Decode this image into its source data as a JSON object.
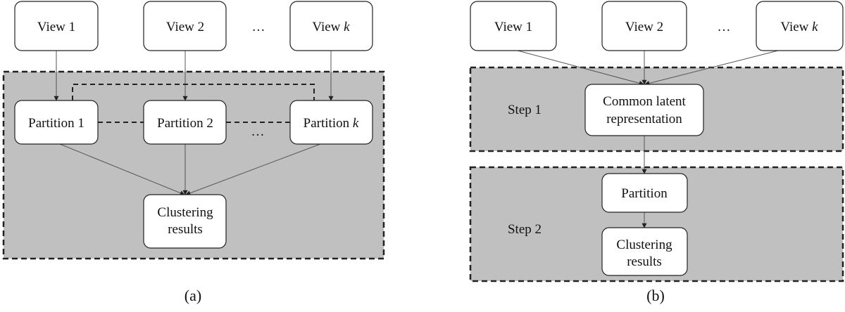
{
  "colors": {
    "region_fill": "#c0c0c0",
    "node_fill": "#ffffff",
    "stroke": "#222222",
    "arrow": "#555555"
  },
  "panel_a": {
    "caption": "(a)",
    "views": [
      {
        "label": "View 1",
        "italic": ""
      },
      {
        "label": "View 2",
        "italic": ""
      },
      {
        "label": "View ",
        "italic": "k"
      }
    ],
    "views_ellipsis": "…",
    "partitions": [
      {
        "label": "Partition 1",
        "italic": ""
      },
      {
        "label": "Partition 2",
        "italic": ""
      },
      {
        "label": "Partition ",
        "italic": "k"
      }
    ],
    "partitions_ellipsis": "…",
    "result": {
      "line1": "Clustering",
      "line2": "results"
    }
  },
  "panel_b": {
    "caption": "(b)",
    "views": [
      {
        "label": "View 1",
        "italic": ""
      },
      {
        "label": "View 2",
        "italic": ""
      },
      {
        "label": "View ",
        "italic": "k"
      }
    ],
    "views_ellipsis": "…",
    "step1": {
      "label": "Step 1",
      "node": {
        "line1": "Common latent",
        "line2": "representation"
      }
    },
    "step2": {
      "label": "Step 2",
      "partition": "Partition",
      "result": {
        "line1": "Clustering",
        "line2": "results"
      }
    }
  }
}
